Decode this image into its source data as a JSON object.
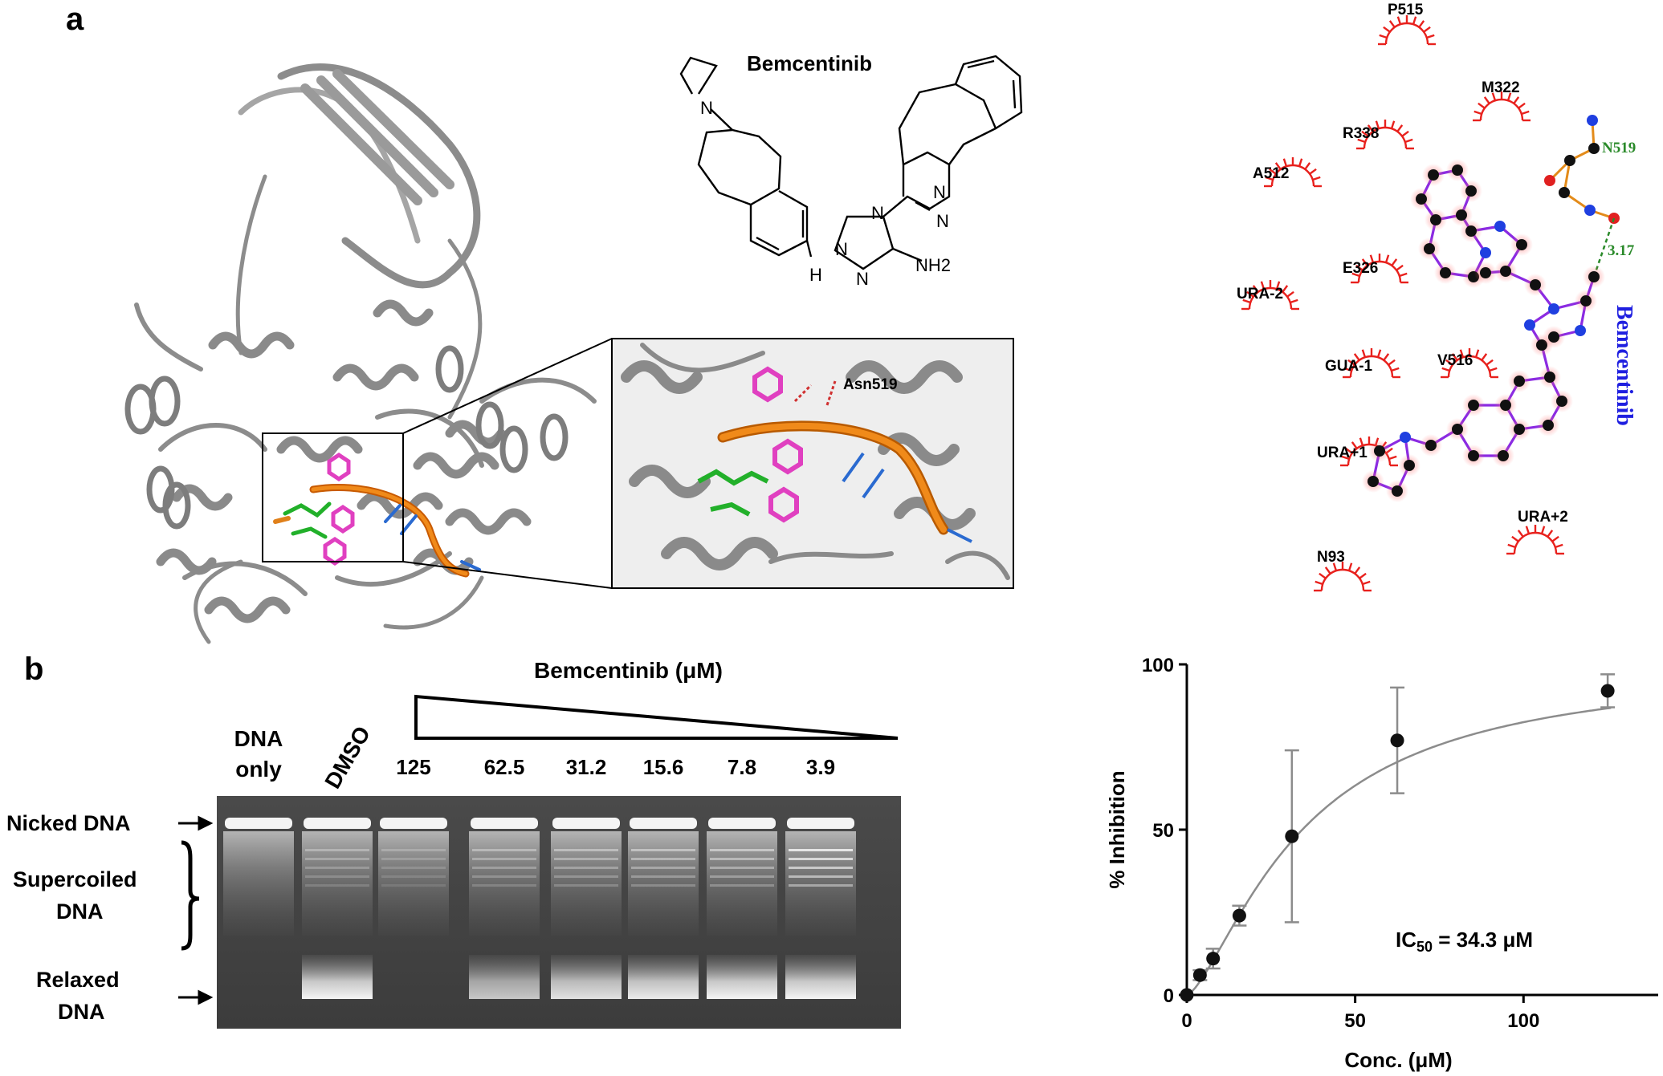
{
  "panel_labels": {
    "a": "a",
    "b": "b"
  },
  "structure": {
    "compound_name": "Bemcentinib",
    "atom_labels": [
      "N",
      "N",
      "N",
      "N",
      "N",
      "N",
      "H",
      "NH2"
    ],
    "inset_residue_label": "Asn519"
  },
  "interaction_diagram": {
    "ligand_name": "Bemcentinib",
    "hbond_residue": "N519",
    "hbond_distance": "3.17",
    "residues": [
      "P515",
      "M322",
      "R338",
      "A512",
      "E326",
      "URA-2",
      "GUA-1",
      "V516",
      "URA+1",
      "N93",
      "URA+2"
    ],
    "colors": {
      "residue_arc": "#e8211d",
      "ligand_bond": "#8b2be2",
      "hbond": "#2a8a2a",
      "ligand_label": "#1f1fe0",
      "residue_bond": "#e38b1a"
    }
  },
  "gel": {
    "title": "Bemcentinib (μM)",
    "lane_labels": [
      {
        "line1": "DNA",
        "line2": "only"
      },
      {
        "line1": "DMSO",
        "line2": ""
      }
    ],
    "concentrations": [
      "125",
      "62.5",
      "31.2",
      "15.6",
      "7.8",
      "3.9"
    ],
    "band_labels": {
      "nicked": "Nicked DNA",
      "supercoiled_1": "Supercoiled",
      "supercoiled_2": "DNA",
      "relaxed_1": "Relaxed",
      "relaxed_2": "DNA"
    }
  },
  "chart_data": {
    "type": "scatter",
    "xlabel": "Conc. (μM)",
    "ylabel": "% Inhibition",
    "xlim": [
      0,
      140
    ],
    "ylim": [
      0,
      100
    ],
    "xticks": [
      0,
      50,
      100
    ],
    "yticks": [
      0,
      50,
      100
    ],
    "x": [
      0,
      3.9,
      7.8,
      15.6,
      31.2,
      62.5,
      125
    ],
    "y": [
      0,
      6,
      11,
      24,
      48,
      77,
      92
    ],
    "error": [
      0,
      1.5,
      3,
      3,
      26,
      16,
      5
    ],
    "annotation": {
      "prefix": "IC",
      "sub": "50",
      "suffix": " = 34.3 μM"
    },
    "fit_ic50": 34.3,
    "fit_top": 100,
    "fit_hill": 1.45,
    "grid": false
  }
}
